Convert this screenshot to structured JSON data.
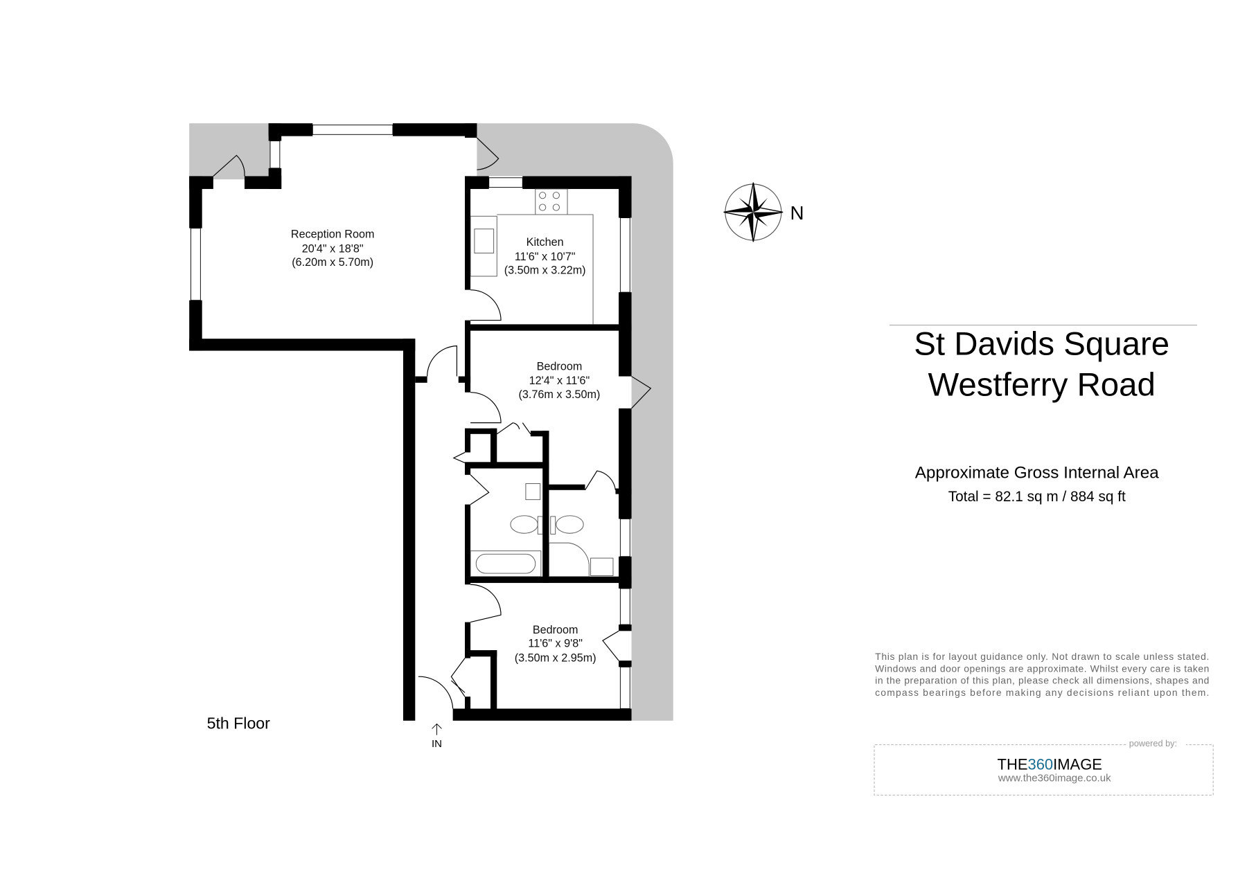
{
  "title": {
    "line1": "St Davids Square",
    "line2": "Westferry Road"
  },
  "area": {
    "heading": "Approximate Gross Internal Area",
    "total": "Total = 82.1 sq m / 884 sq ft"
  },
  "floor_label": "5th Floor",
  "entrance_label": "IN",
  "compass": {
    "label": "N"
  },
  "rooms": [
    {
      "name": "Reception Room",
      "imperial": "20'4\" x 18'8\"",
      "metric": "(6.20m x 5.70m)"
    },
    {
      "name": "Kitchen",
      "imperial": "11'6\" x 10'7\"",
      "metric": "(3.50m x 3.22m)"
    },
    {
      "name": "Bedroom",
      "imperial": "12'4\" x 11'6\"",
      "metric": "(3.76m x 3.50m)"
    },
    {
      "name": "Bedroom",
      "imperial": "11'6\" x 9'8\"",
      "metric": "(3.50m x 2.95m)"
    }
  ],
  "disclaimer": [
    "This plan is for layout guidance only. Not drawn to scale unless stated.",
    "Windows and door openings are approximate. Whilst every care is taken",
    "in the preparation of this plan, please check all dimensions, shapes and",
    "compass bearings before making any decisions reliant upon them."
  ],
  "branding": {
    "powered_by": "powered by:",
    "logo_part1": "THE",
    "logo_part2": "360",
    "logo_part3": "IMAGE",
    "url": "www.the360image.co.uk",
    "accent_color": "#1a6d8f"
  },
  "colors": {
    "wall": "#000000",
    "balcony": "#c6c6c6"
  }
}
